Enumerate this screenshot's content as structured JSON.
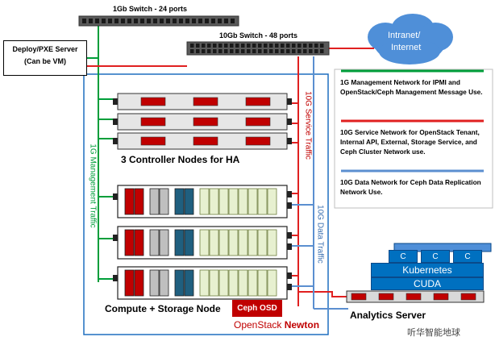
{
  "switch_1g": {
    "label": "1Gb Switch - 24 ports"
  },
  "switch_10g": {
    "label": "10Gb Switch - 48 ports"
  },
  "deploy_server": {
    "line1": "Deploy/PXE Server",
    "line2": "(Can be VM)"
  },
  "cloud": {
    "line1": "Intranet/",
    "line2": "Internet"
  },
  "legend": {
    "mgmt": "1G Management Network for IPMI and OpenStack/Ceph Management Message Use.",
    "service": "10G Service Network for OpenStack Tenant, Internal API, External, Storage Service, and Ceph Cluster Network use.",
    "data": "10G Data Network for Ceph Data Replication Network Use."
  },
  "traffic": {
    "mgmt": "1G Management Traffic",
    "service": "10G Service Traffic",
    "data": "10G Data Traffic"
  },
  "controllers": {
    "label": "3 Controller Nodes for HA"
  },
  "compute": {
    "label": "Compute + Storage Node"
  },
  "ceph_osd": "Ceph OSD",
  "openstack": {
    "prefix": "OpenStack",
    "release": "Newton"
  },
  "gpu_stack": {
    "c_label": "C",
    "kubernetes": "Kubernetes",
    "cuda": "CUDA"
  },
  "analytics": {
    "label": "Analytics Server"
  },
  "watermark": "听华智能地球",
  "colors": {
    "mgmt": "#009e3a",
    "service": "#e02020",
    "data": "#5b8fd0",
    "border": "#1f6fbf",
    "blue": "#0070c0"
  }
}
